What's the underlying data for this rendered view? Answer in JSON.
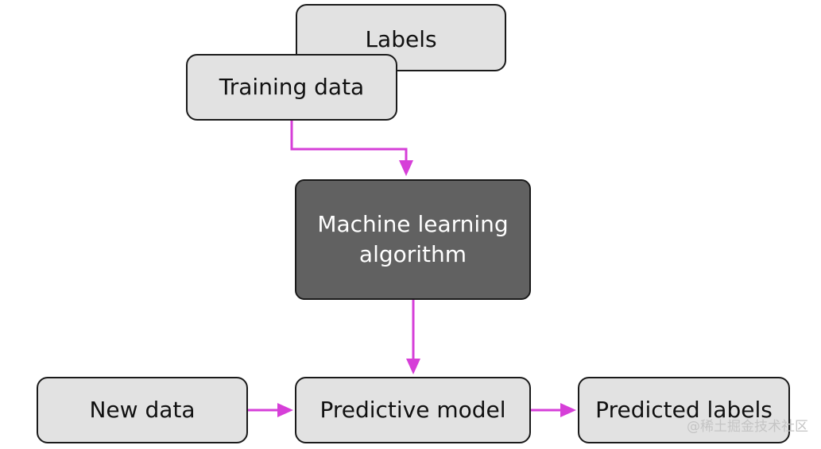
{
  "diagram": {
    "boxes": {
      "labels": "Labels",
      "training_data": "Training data",
      "algorithm": "Machine learning\nalgorithm",
      "new_data": "New data",
      "predictive_model": "Predictive model",
      "predicted_labels": "Predicted labels"
    },
    "colors": {
      "arrow": "#d63fd8",
      "box_fill": "#e2e2e2",
      "dark_box_fill": "#616161",
      "border": "#1a1a1a"
    }
  },
  "watermark": "@稀土掘金技术社区"
}
